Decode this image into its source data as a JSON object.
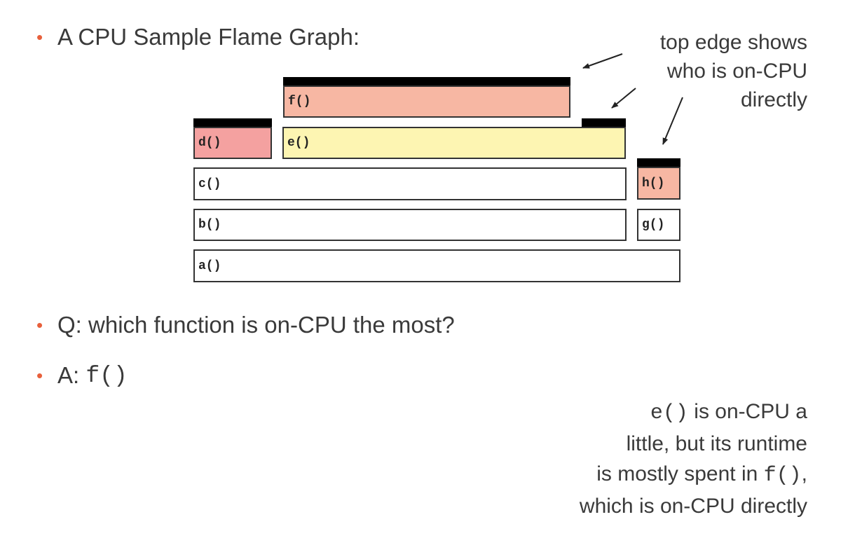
{
  "bullets": {
    "title": "A CPU Sample Flame Graph:",
    "question": "Q: which function is on-CPU the most?",
    "answer_prefix": "A: ",
    "answer_code": "f()"
  },
  "frames": {
    "a": "a()",
    "b": "b()",
    "c": "c()",
    "d": "d()",
    "e": "e()",
    "f": "f()",
    "g": "g()",
    "h": "h()"
  },
  "annotation_top": {
    "line1": "top edge shows",
    "line2": "who is on-CPU",
    "line3": "directly"
  },
  "annotation_bottom": {
    "code1": "e()",
    "text1": " is on-CPU a",
    "line2": "little, but its runtime",
    "text3": "is mostly spent in ",
    "code3": "f()",
    "text3_end": ",",
    "line4": "which is on-CPU directly"
  },
  "colors": {
    "bullet": "#e8603c",
    "on_cpu_bar": "#000000",
    "frame_f": "#f7b7a3",
    "frame_d": "#f4a1a0",
    "frame_e": "#fdf5b2",
    "frame_h": "#f7b7a3"
  }
}
